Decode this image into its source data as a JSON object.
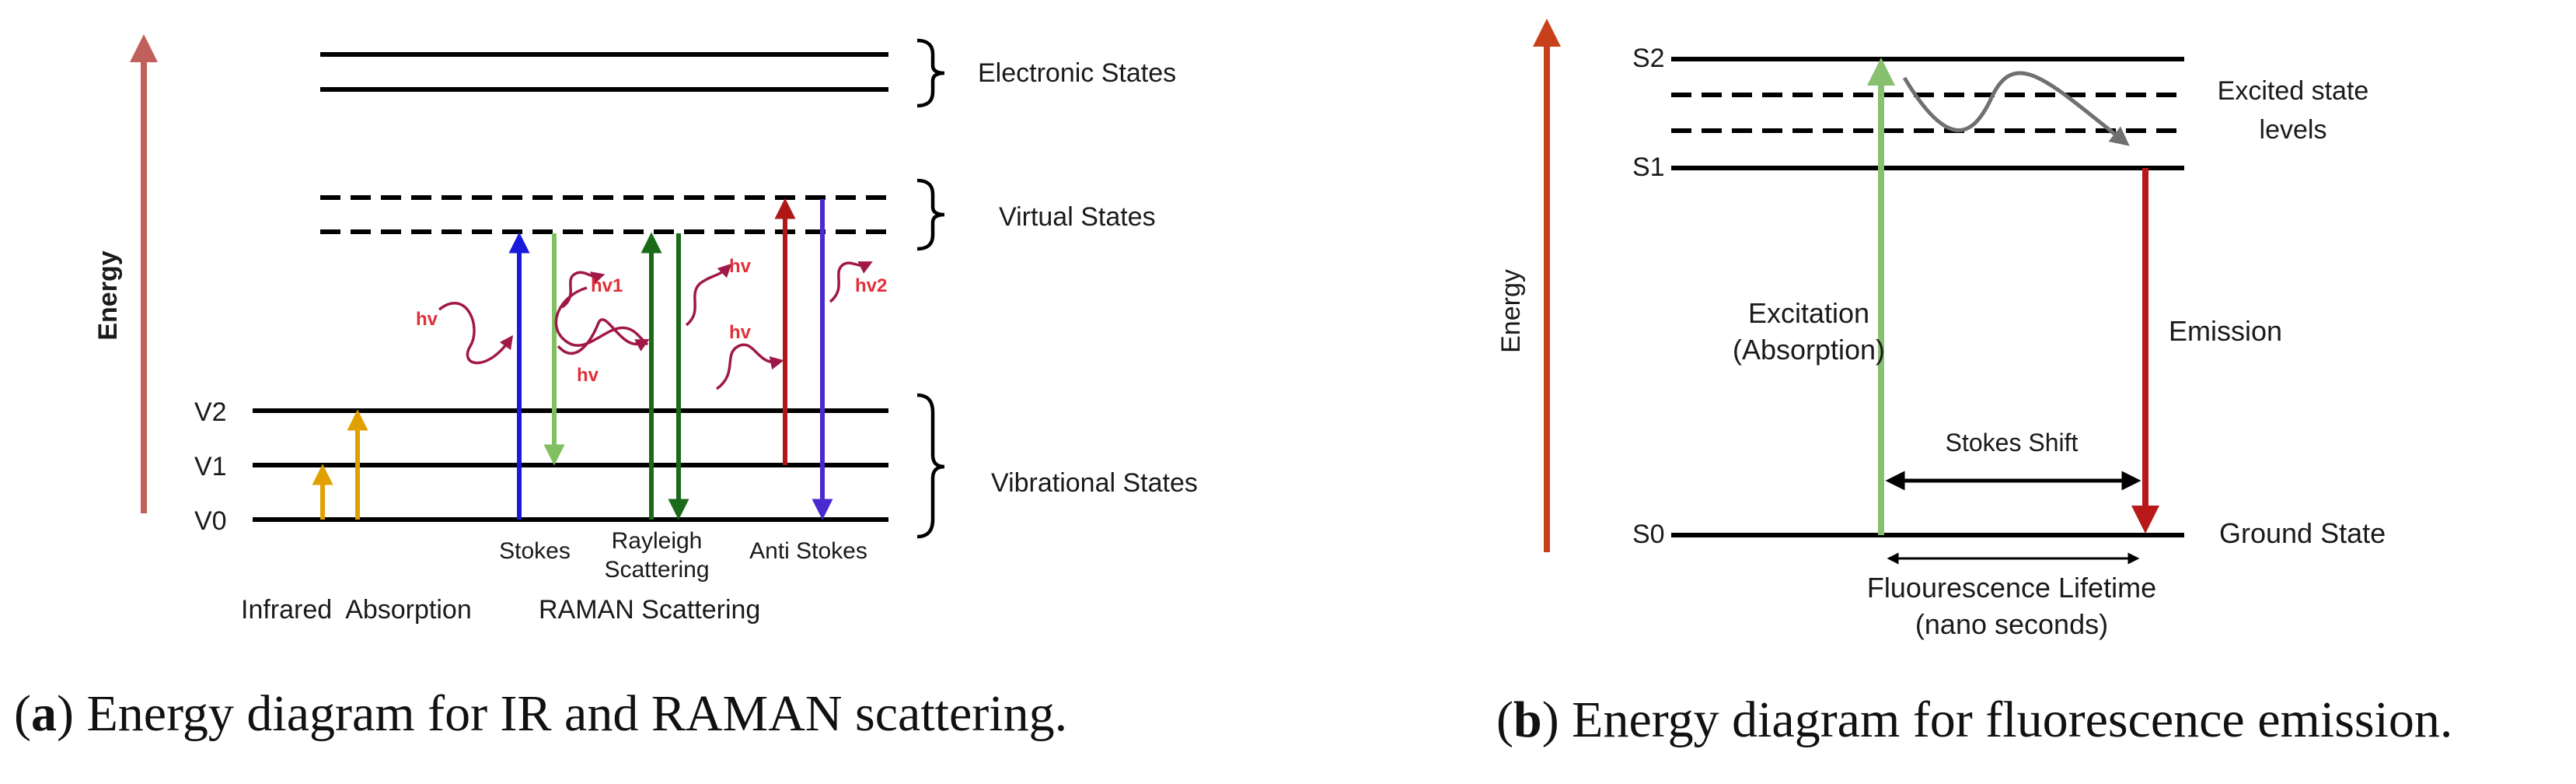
{
  "panel_a": {
    "energy_label": "Energy",
    "levels": {
      "v0": "V0",
      "v1": "V1",
      "v2": "V2"
    },
    "brace_labels": {
      "electronic": "Electronic States",
      "virtual": "Virtual States",
      "vibrational": "Vibrational States"
    },
    "photon_labels": {
      "hv": "hv",
      "hv1": "hv1",
      "hv2": "hv2"
    },
    "transition_labels": {
      "stokes": "Stokes",
      "rayleigh_line1": "Rayleigh",
      "rayleigh_line2": "Scattering",
      "anti_stokes": "Anti Stokes"
    },
    "group_labels": {
      "infrared": "Infrared  Absorption",
      "raman": "RAMAN Scattering"
    },
    "caption": {
      "prefix": "(",
      "letter": "a",
      "text": ") Energy diagram for IR and RAMAN scattering."
    }
  },
  "panel_b": {
    "energy_label": "Energy",
    "levels": {
      "s0": "S0",
      "s1": "S1",
      "s2": "S2"
    },
    "labels": {
      "excited_line1": "Excited state",
      "excited_line2": "levels",
      "excitation_line1": "Excitation",
      "excitation_line2": "(Absorption)",
      "emission": "Emission",
      "stokes_shift": "Stokes Shift",
      "ground_state": "Ground State",
      "lifetime_line1": "Fluourescence Lifetime",
      "lifetime_line2": "(nano seconds)"
    },
    "caption": {
      "prefix": "(",
      "letter": "b",
      "text": ") Energy diagram for fluorescence emission."
    }
  },
  "colors": {
    "energy_arrow_a": "#c0605a",
    "energy_arrow_b": "#c8401a",
    "ir_arrow": "#e0a000",
    "stokes_up": "#1a1adc",
    "stokes_down": "#80c060",
    "rayleigh": "#1a6a1a",
    "anti_up": "#b01818",
    "anti_down": "#4a2ad0",
    "photon": "#a01848",
    "excitation": "#88c070",
    "emission": "#b81818",
    "relaxation": "#707070"
  }
}
